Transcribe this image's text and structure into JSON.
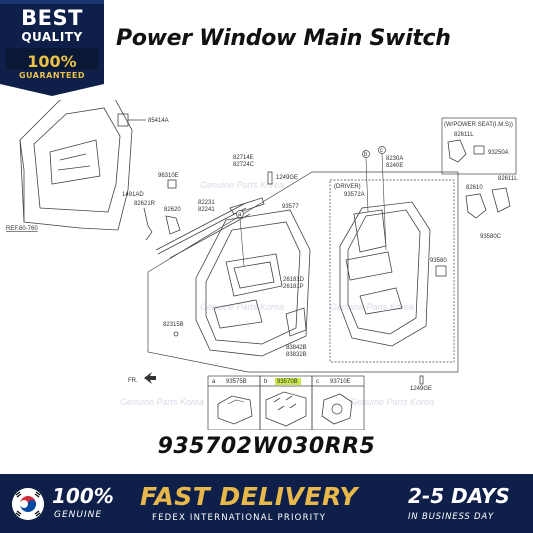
{
  "badge": {
    "line1": "BEST",
    "line2": "QUALITY",
    "line3": "100%",
    "line4": "GUARANTEED"
  },
  "title": "Power Window Main Switch",
  "diagram": {
    "labels": {
      "l85414a": "85414A",
      "l96310e": "96310E",
      "l1491ad": "1491AD",
      "l82621r": "82621R",
      "l82620": "82620",
      "l82714e": "82714E",
      "l82724c": "82724C",
      "l1249ge": "1249GE",
      "l82231": "82231",
      "l82241": "82241",
      "l93577": "93577",
      "l8230a": "8230A",
      "l8240e": "8240E",
      "ldriver": "(DRIVER)",
      "l93572a": "93572A",
      "lwpower": "(W/POWER SEAT(I.M.S))",
      "l82611l_top": "82611L",
      "l93250a": "93250A",
      "l82610": "82610",
      "l82611l": "82611L",
      "l93580c": "93580C",
      "l93580": "93580",
      "l82315b": "82315B",
      "l26181d": "26181D",
      "l26181p": "26181P",
      "l83842b": "83842B",
      "l83832b": "83832B",
      "lref": "REF.60-760",
      "lfr": "FR.",
      "l1249ge2": "1249GE",
      "la": "a",
      "lb": "b",
      "lc": "c"
    },
    "legend": {
      "a_code": "93575B",
      "b_code": "93570B",
      "c_code": "93710E"
    },
    "watermark": "Genuine Parts Korea"
  },
  "part_number": "935702W030RR5",
  "footer": {
    "genuine_pct": "100%",
    "genuine_label": "GENUINE",
    "delivery": "FAST DELIVERY",
    "carrier": "FEDEX INTERNATIONAL PRIORITY",
    "days": "2-5 DAYS",
    "days_label": "IN BUSINESS DAY"
  },
  "colors": {
    "navy": "#0e2049",
    "gold": "#e8b84a",
    "highlight": "#c9e84a"
  }
}
